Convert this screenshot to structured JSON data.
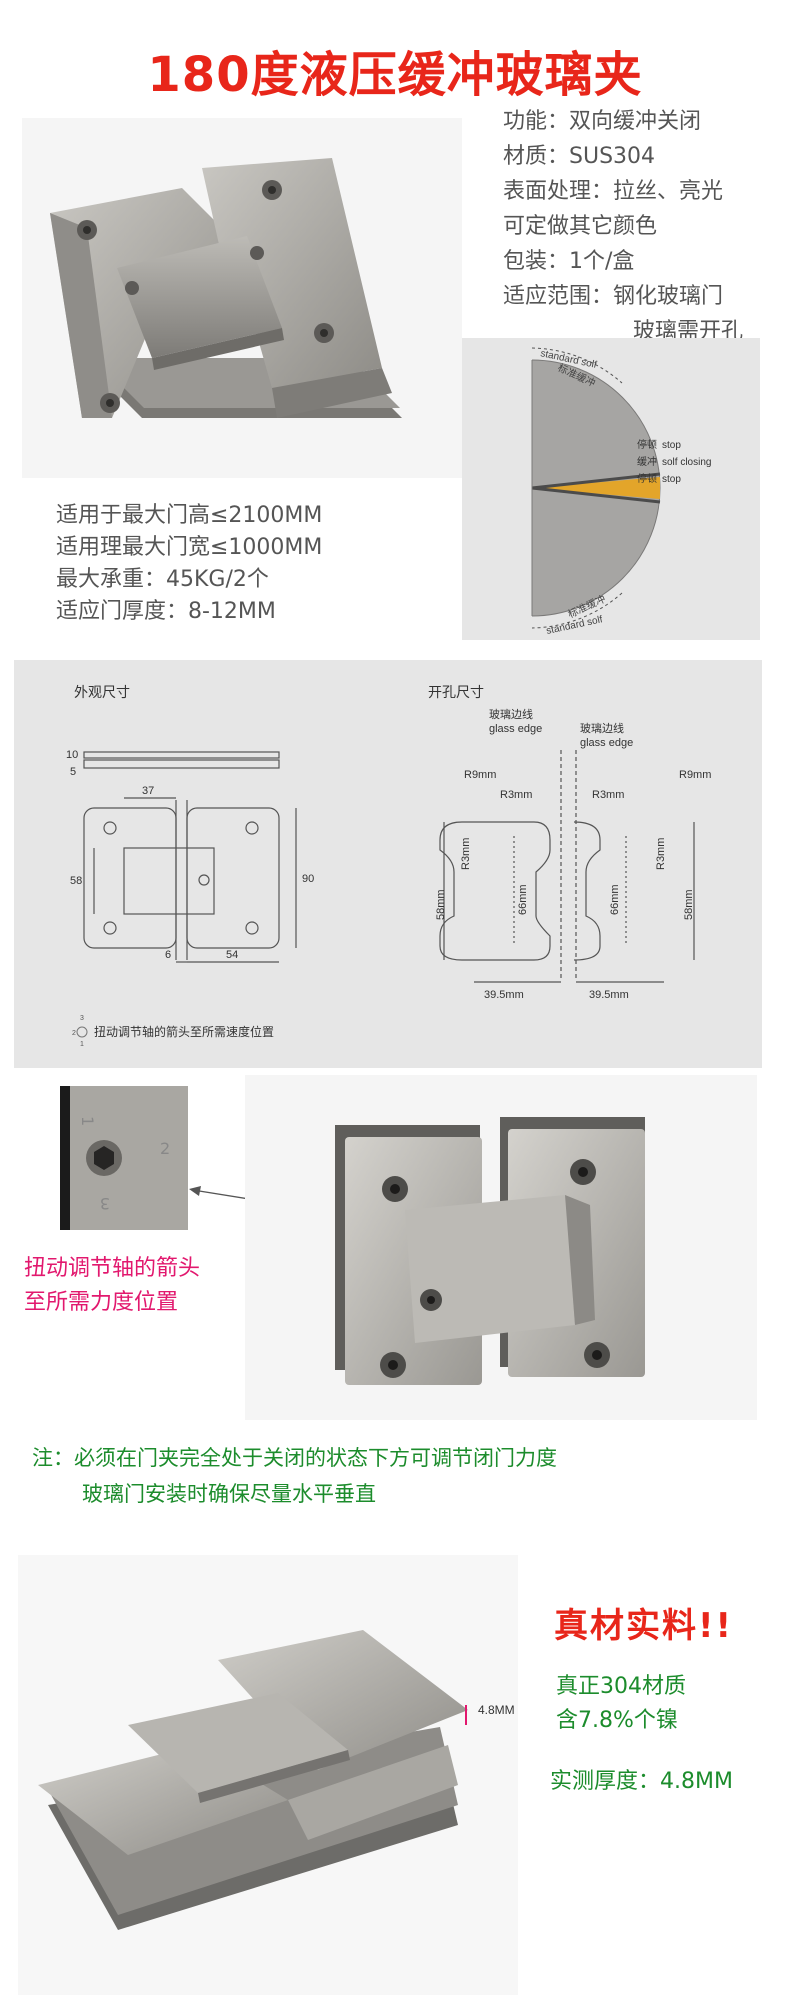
{
  "title": "180度液压缓冲玻璃夹",
  "specs": {
    "function": "功能：双向缓冲关闭",
    "material": "材质：SUS304",
    "surface": "表面处理：拉丝、亮光",
    "custom_color": "可定做其它颜色",
    "packaging": "包装：1个/盒",
    "scope": "适应范围：钢化玻璃门",
    "scope_note": "玻璃需开孔"
  },
  "limits": {
    "height": "适用于最大门高≤2100MM",
    "width": "适用理最大门宽≤1000MM",
    "load": "最大承重：45KG/2个",
    "thickness": "适应门厚度：8-12MM"
  },
  "arc_diagram": {
    "standard_top": "standard solf",
    "standard_top_cn": "标准缓冲",
    "stop1_cn": "停顿",
    "stop1_en": "stop",
    "closing_cn": "缓冲",
    "closing_en": "solf closing",
    "stop2_cn": "停顿",
    "stop2_en": "stop",
    "standard_bottom_cn": "标准缓冲",
    "standard_bottom": "standard solf"
  },
  "dimension_panel": {
    "left_title": "外观尺寸",
    "right_title": "开孔尺寸",
    "dim_10": "10",
    "dim_5": "5",
    "dim_37": "37",
    "dim_58": "58",
    "dim_90": "90",
    "dim_6": "6",
    "dim_54": "54",
    "adjust_note": "扭动调节轴的箭头至所需速度位置",
    "glass_edge_cn_1": "玻璃边线",
    "glass_edge_en_1": "glass edge",
    "glass_edge_cn_2": "玻璃边线",
    "glass_edge_en_2": "glass edge",
    "r9_left": "R9mm",
    "r3_left": "R3mm",
    "r3_right": "R3mm",
    "r9_right": "R9mm",
    "h58_left": "58mm",
    "r3_vert_left": "R3mm",
    "h66_left": "66mm",
    "h66_right": "66mm",
    "r3_vert_right": "R3mm",
    "h58_right": "58mm",
    "w395_left": "39.5mm",
    "w395_right": "39.5mm",
    "dial_numbers": [
      "1",
      "2",
      "3"
    ]
  },
  "adjust_callout": {
    "line1": "扭动调节轴的箭头",
    "line2": "至所需力度位置"
  },
  "warning": {
    "line1": "注：必须在门夹完全处于关闭的状态下方可调节闭门力度",
    "line2": "玻璃门安装时确保尽量水平垂直"
  },
  "real_material": {
    "heading": "真材实料!!",
    "line1": "真正304材质",
    "line2": "含7.8%个镍",
    "thickness": "实测厚度：4.8MM",
    "thickness_tag": "4.8MM"
  },
  "colors": {
    "title_red": "#e8261a",
    "note_pink": "#e2186e",
    "note_green": "#1c8c2c",
    "panel_gray": "#e6e6e6",
    "steel": "#a8a6a1"
  },
  "icons": [
    "hinge-photo",
    "arc-gauge-icon",
    "dial-icon",
    "arrow-icon",
    "hex-screw-icon"
  ]
}
